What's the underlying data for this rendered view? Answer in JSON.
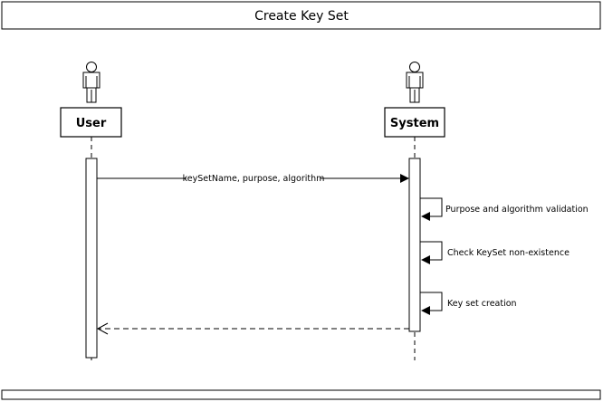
{
  "diagram": {
    "title": "Create Key Set",
    "participants": [
      {
        "id": "user",
        "label": "User"
      },
      {
        "id": "system",
        "label": "System"
      }
    ],
    "messages": [
      {
        "from": "user",
        "to": "system",
        "label": "keySetName, purpose, algorithm",
        "style": "solid"
      },
      {
        "from": "system",
        "to": "system",
        "label": "Purpose and algorithm validation",
        "style": "self"
      },
      {
        "from": "system",
        "to": "system",
        "label": "Check KeySet non-existence",
        "style": "self"
      },
      {
        "from": "system",
        "to": "system",
        "label": "Key set creation",
        "style": "self"
      },
      {
        "from": "system",
        "to": "user",
        "label": "",
        "style": "dashed-return"
      }
    ]
  }
}
